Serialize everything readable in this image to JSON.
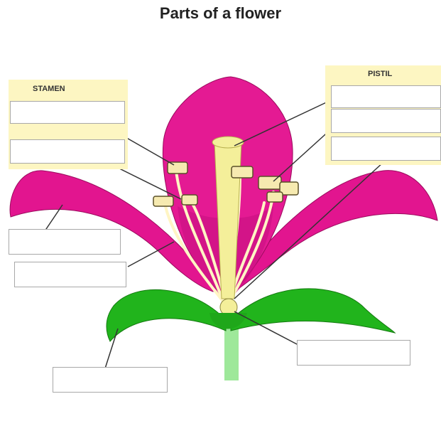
{
  "title": "Parts of a flower",
  "groups": {
    "stamen_label": "STAMEN",
    "pistil_label": "PISTIL"
  },
  "colors": {
    "petal": "#e2158f",
    "petal_dark": "#b00c6a",
    "filament": "#fff5c4",
    "anther": "#f6eab0",
    "pistil": "#f4ef9a",
    "sepal": "#21b41c",
    "stem": "#9ee89a"
  },
  "label_boxes": [
    {
      "id": "stamen-box-1",
      "value": ""
    },
    {
      "id": "stamen-box-2",
      "value": ""
    },
    {
      "id": "pistil-box-1",
      "value": ""
    },
    {
      "id": "pistil-box-2",
      "value": ""
    },
    {
      "id": "pistil-box-3",
      "value": ""
    },
    {
      "id": "left-box-1",
      "value": ""
    },
    {
      "id": "left-box-2",
      "value": ""
    },
    {
      "id": "bottom-left-box",
      "value": ""
    },
    {
      "id": "bottom-right-box",
      "value": ""
    }
  ]
}
